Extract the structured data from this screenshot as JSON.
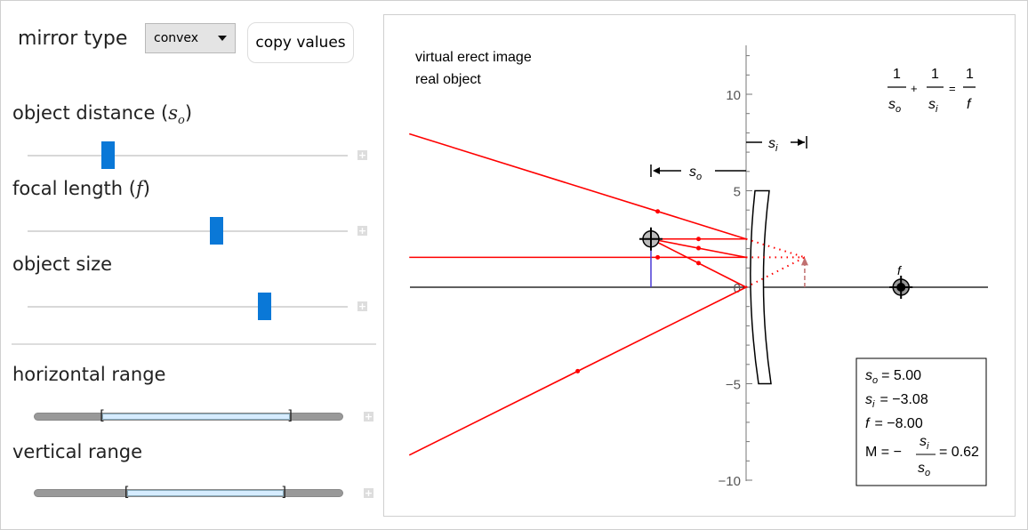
{
  "controls": {
    "mirror_type_label": "mirror type",
    "mirror_type_value": "convex",
    "copy_values_label": "copy values",
    "object_distance_label": "object distance (",
    "object_distance_sym": "s",
    "object_distance_sub": "o",
    "focal_length_label": "focal length (",
    "focal_length_sym": "f",
    "object_size_label": "object size",
    "horizontal_range_label": "horizontal range",
    "vertical_range_label": "vertical range",
    "close_paren": ")",
    "slider_object_distance": 0.25,
    "slider_focal_length": 0.59,
    "slider_object_size": 0.74,
    "horizontal_range": [
      0.22,
      0.83
    ],
    "vertical_range": [
      0.3,
      0.81
    ]
  },
  "plot": {
    "status_line1": "virtual  erect image",
    "status_line2": "real object",
    "y_ticks": [
      "10",
      "5",
      "0",
      "−5",
      "−10"
    ],
    "formula": {
      "one": "1",
      "so": "s",
      "so_sub": "o",
      "si": "s",
      "si_sub": "i",
      "f": "f",
      "plus": "+",
      "eq": "="
    },
    "si_marker": "s",
    "si_marker_sub": "i",
    "so_marker": "s",
    "so_marker_sub": "o",
    "focus_label": "f",
    "so": 5.0,
    "si": -3.08,
    "f": -8.0,
    "object_height": 2.5,
    "magnification": 0.62,
    "results": {
      "so_text": "= 5.00",
      "si_text": "= −3.08",
      "f_text": "= −8.00",
      "m_prefix": "M = −",
      "m_value": "= 0.62"
    },
    "colors": {
      "ray": "#ff0000",
      "object": "#4b3bd6",
      "image": "#c07070"
    }
  }
}
